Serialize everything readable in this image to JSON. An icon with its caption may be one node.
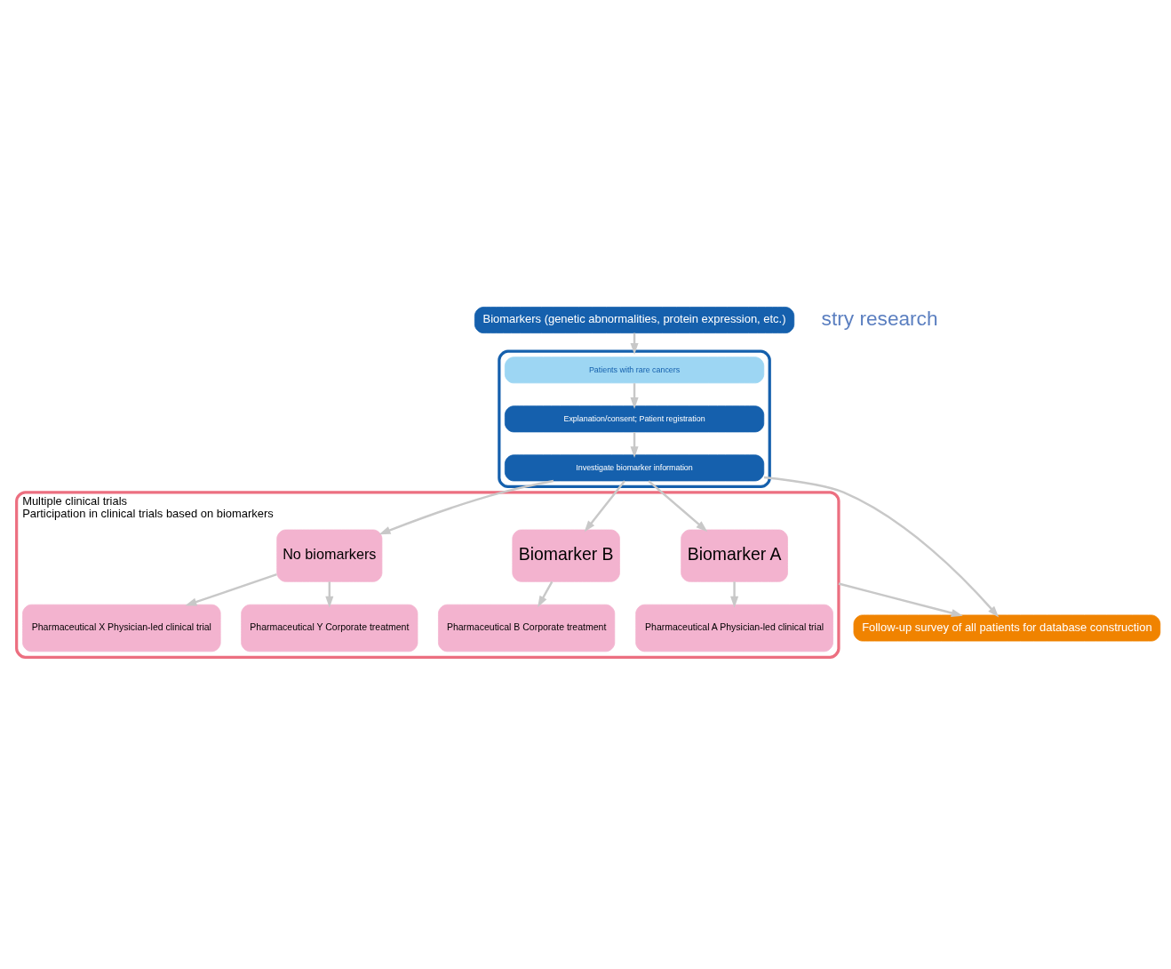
{
  "diagram": {
    "nodes": [
      {
        "text": [
          "Biomarkers (genetic abnormalities, protein expression, etc.)"
        ]
      },
      {
        "text": [],
        "shape": "box"
      },
      {
        "text": [
          "Patients with rare cancers"
        ],
        "in": 1
      },
      {
        "text": [
          "Explanation/consent; Patient registration"
        ],
        "in": 1
      },
      {
        "text": [
          "Investigate biomarker information"
        ],
        "in": 1
      },
      {
        "text": [
          "Multiple clinical trials",
          "Participation in clinical trials based on biomarkers"
        ]
      },
      {
        "text": [
          "Biomarker A"
        ],
        "in": 5
      },
      {
        "text": [
          "Biomarker B"
        ],
        "in": 5
      },
      {
        "text": [
          "No biomarkers"
        ],
        "in": 5
      },
      {
        "text": [
          "Pharmaceutical A Physician-led clinical trial"
        ],
        "in": 5
      },
      {
        "text": [
          "Pharmaceutical B Corporate treatment"
        ],
        "in": 5
      },
      {
        "text": [
          "Pharmaceutical X Physician-led clinical trial"
        ],
        "in": 5
      },
      {
        "text": [
          "Pharmaceutical Y Corporate treatment"
        ],
        "in": 5
      },
      {
        "text": [
          "Follow-up survey of all patients for database construction"
        ]
      }
    ],
    "edges": [
      {
        "from": 0,
        "to": 1,
        "arrow": "to"
      },
      {
        "from": 2,
        "to": 3,
        "arrow": "to"
      },
      {
        "from": 3,
        "to": 4,
        "arrow": "to"
      },
      {
        "from": 4,
        "to": 6,
        "arrow": "to"
      },
      {
        "from": 4,
        "to": 7,
        "arrow": "to"
      },
      {
        "from": 4,
        "to": 8,
        "arrow": "to"
      },
      {
        "from": 4,
        "to": 13,
        "arrow": "to"
      },
      {
        "from": 6,
        "to": 9,
        "arrow": "to"
      },
      {
        "from": 7,
        "to": 10,
        "arrow": "to"
      },
      {
        "from": 8,
        "to": 11,
        "arrow": "to"
      },
      {
        "from": 8,
        "to": 12,
        "arrow": "to"
      },
      {
        "from": 5,
        "to": 13,
        "arrow": "to"
      }
    ],
    "labels": [
      "stry research"
    ]
  }
}
